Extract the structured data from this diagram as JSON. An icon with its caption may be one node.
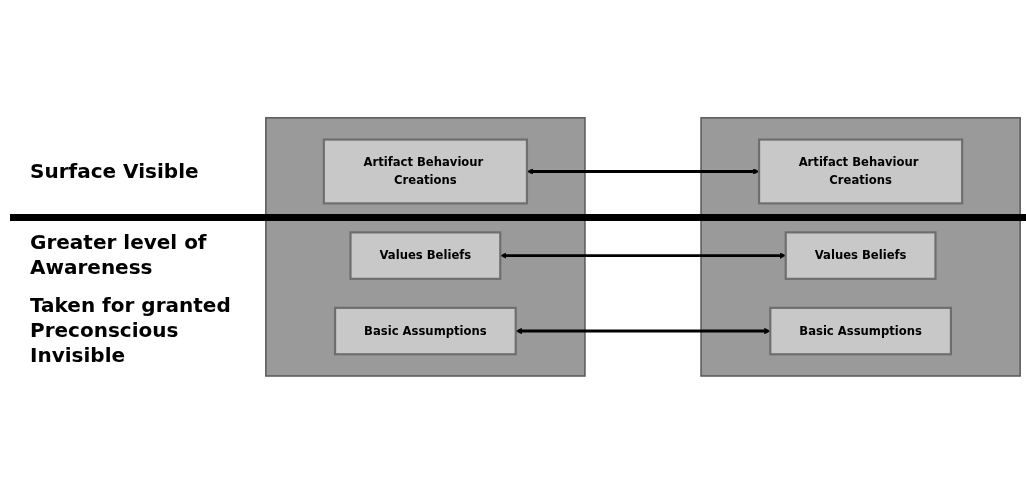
{
  "diagram": {
    "nodes": [
      {
        "text": [],
        "shape": "box"
      },
      {
        "text": [
          "Artifact Behaviour Creations"
        ],
        "in": 0
      },
      {
        "text": [
          "Values Beliefs"
        ],
        "in": 0
      },
      {
        "text": [
          "Basic Assumptions"
        ],
        "in": 0
      },
      {
        "text": [],
        "shape": "box"
      },
      {
        "text": [
          "Artifact Behaviour Creations"
        ],
        "in": 4
      },
      {
        "text": [
          "Values Beliefs"
        ],
        "in": 4
      },
      {
        "text": [
          "Basic Assumptions"
        ],
        "in": 4
      }
    ],
    "edges": [
      {
        "from": 1,
        "to": 5,
        "arrow": "both"
      },
      {
        "from": 2,
        "to": 6,
        "arrow": "both"
      },
      {
        "from": 3,
        "to": 7,
        "arrow": "both"
      }
    ],
    "labels": [
      "Surface Visible",
      "Greater level of Awareness",
      "Taken for granted Preconscious Invisible"
    ]
  }
}
